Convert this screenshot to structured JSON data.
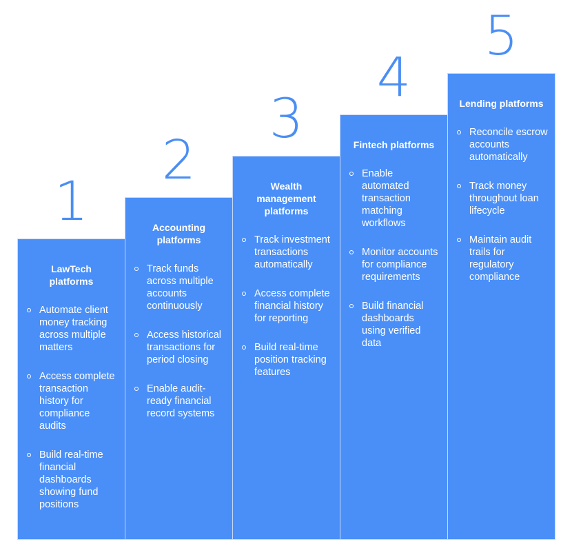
{
  "steps": [
    {
      "number": "1",
      "title": "LawTech platforms",
      "bullets": [
        "Automate client money tracking across multiple matters",
        "Access complete transaction history for compliance audits",
        "Build real-time financial dashboards showing fund positions"
      ]
    },
    {
      "number": "2",
      "title": "Accounting platforms",
      "bullets": [
        "Track funds across multiple accounts continuously",
        "Access historical transactions for period closing",
        "Enable audit-ready financial record systems"
      ]
    },
    {
      "number": "3",
      "title": "Wealth management platforms",
      "bullets": [
        "Track investment transactions automatically",
        "Access complete financial history for reporting",
        "Build real-time position tracking features"
      ]
    },
    {
      "number": "4",
      "title": "Fintech platforms",
      "bullets": [
        "Enable automated transaction matching workflows",
        "Monitor accounts for compliance requirements",
        "Build financial dashboards using verified data"
      ]
    },
    {
      "number": "5",
      "title": "Lending platforms",
      "bullets": [
        "Reconcile escrow accounts automatically",
        "Track money throughout loan lifecycle",
        "Maintain audit trails for regulatory compliance"
      ]
    }
  ],
  "colors": {
    "column_fill": "#4a8ff8",
    "number_color": "#4a8ef3",
    "text_color": "#ffffff"
  }
}
